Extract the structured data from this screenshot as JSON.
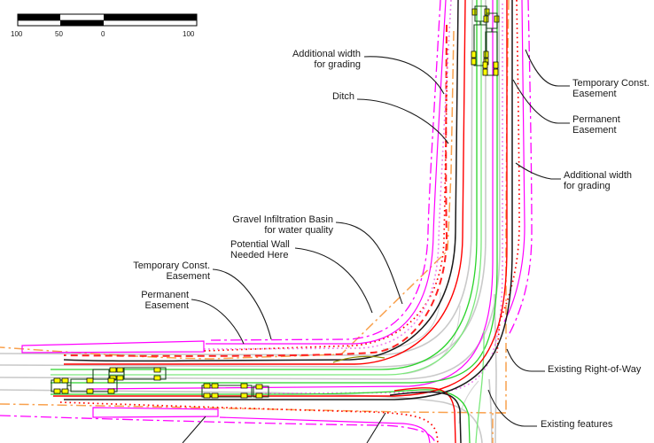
{
  "scale_bar": {
    "labels": [
      "100",
      "50",
      "0",
      "100"
    ]
  },
  "annotations": {
    "additional_width_left": "Additional width\nfor grading",
    "ditch": "Ditch",
    "temporary_const_easement_right": "Temporary Const.\nEasement",
    "permanent_easement_right": "Permanent\nEasement",
    "additional_width_right": "Additional width\nfor grading",
    "gravel_infiltration_basin": "Gravel Infiltration Basin\nfor water quality",
    "potential_wall": "Potential Wall\nNeeded Here",
    "temporary_const_easement_left": "Temporary Const.\nEasement",
    "permanent_easement_left": "Permanent\nEasement",
    "existing_right_of_way": "Existing Right-of-Way",
    "existing_features": "Existing features"
  },
  "colors": {
    "proposed_edge_black": "#1a1a1a",
    "pavement_red": "#ff0000",
    "lane_green": "#2bd42b",
    "lane_green_light": "#7ce87c",
    "easement_magenta": "#ff00ff",
    "easement_violet_dotted": "#ee7bee",
    "right_of_way_orange": "#f9a14d",
    "existing_gray": "#c9c9c9",
    "ditch_olive": "#8a8a00",
    "vehicle_wheel_yellow": "#ffff00",
    "leader_black": "#1a1a1a"
  }
}
